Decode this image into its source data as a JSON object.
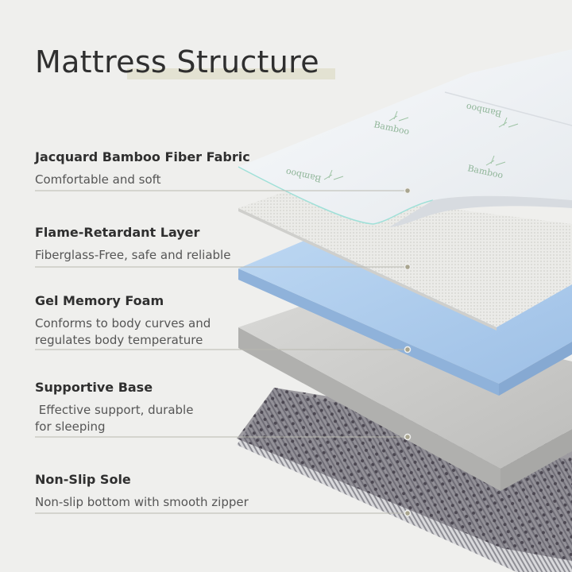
{
  "title": "Mattress Structure",
  "layers": [
    {
      "name": "Jacquard Bamboo Fiber Fabric",
      "desc": "Comfortable and soft"
    },
    {
      "name": "Flame-Retardant Layer",
      "desc": "Fiberglass-Free, safe and reliable"
    },
    {
      "name": "Gel Memory Foam",
      "desc": "Conforms to body curves and\nregulates body temperature"
    },
    {
      "name": "Supportive Base",
      "desc": " Effective support, durable\nfor sleeping"
    },
    {
      "name": "Non-Slip Sole",
      "desc": "Non-slip bottom with smooth zipper"
    }
  ],
  "fabric_print": {
    "word": "Bamboo"
  },
  "colors": {
    "background": "#efefed",
    "fabric": "#f2f4f6",
    "flame_layer": "#e8e8e6",
    "gel_foam": "#a8c8ea",
    "base": "#c6c6c4",
    "sole": "#5a5560",
    "leader_line": "#b9b9b0",
    "leader_dot": "#a9a58f"
  }
}
